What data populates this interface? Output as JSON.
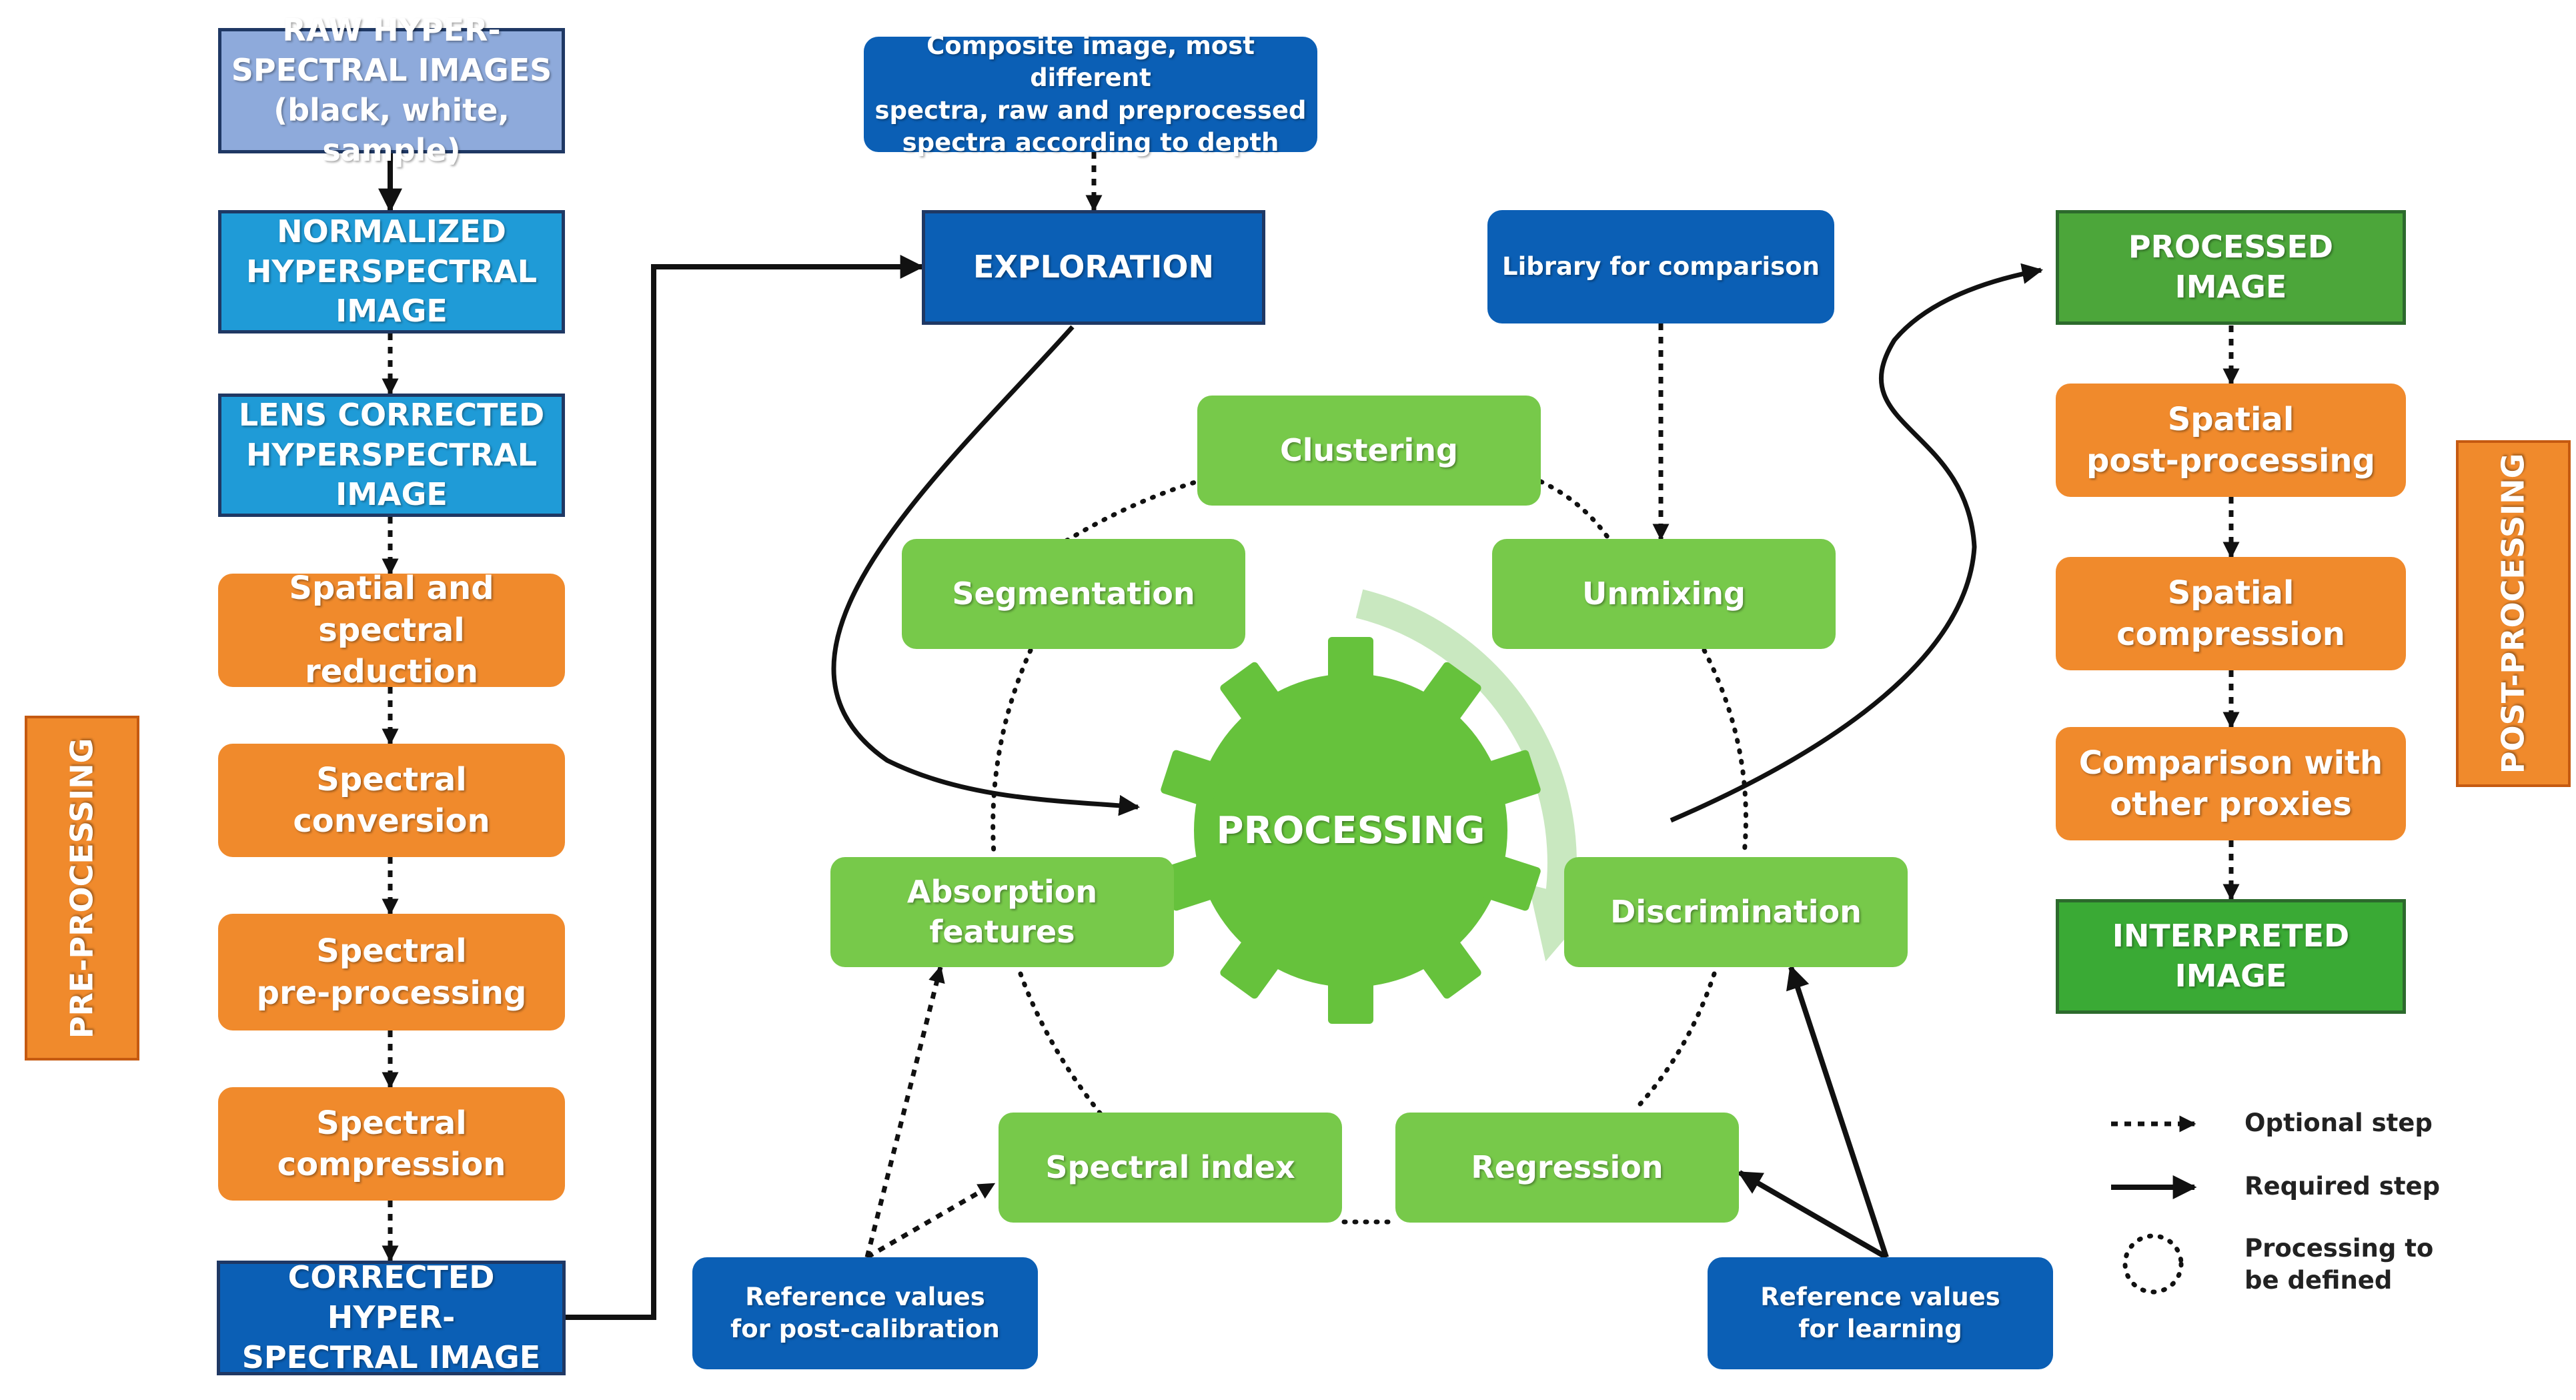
{
  "colors": {
    "light_blue": "#8eaadb",
    "mid_blue": "#1f9bd7",
    "dark_blue": "#0b5fb5",
    "orange": "#f08a2c",
    "green": "#77c94a",
    "dark_green": "#3aaa35",
    "processed_green": "#4ca63a",
    "gear_green": "#66c23c",
    "cycle_arrow": "#c9e8c0",
    "line": "#111111"
  },
  "pre_processing": {
    "side_label": "PRE-PROCESSING",
    "raw": "RAW HYPER-\nSPECTRAL IMAGES\n(black, white, sample)",
    "normalized": "NORMALIZED\nHYPERSPECTRAL\nIMAGE",
    "lens_corrected": "LENS CORRECTED\nHYPERSPECTRAL\nIMAGE",
    "spatial_spectral_reduction": "Spatial and spectral\nreduction",
    "spectral_conversion": "Spectral\nconversion",
    "spectral_preprocessing": "Spectral\npre-processing",
    "spectral_compression": "Spectral\ncompression",
    "corrected": "CORRECTED HYPER-\nSPECTRAL IMAGE"
  },
  "processing": {
    "composite_note": "Composite image, most different\nspectra, raw and preprocessed\nspectra according to depth",
    "exploration": "EXPLORATION",
    "library": "Library for comparison",
    "center": "PROCESSING",
    "clustering": "Clustering",
    "segmentation": "Segmentation",
    "unmixing": "Unmixing",
    "absorption_features": "Absorption features",
    "discrimination": "Discrimination",
    "spectral_index": "Spectral index",
    "regression": "Regression",
    "ref_post_calibration": "Reference values\nfor post-calibration",
    "ref_learning": "Reference values\nfor learning"
  },
  "post_processing": {
    "side_label": "POST-PROCESSING",
    "processed": "PROCESSED\nIMAGE",
    "spatial_postprocessing": "Spatial\npost-processing",
    "spatial_compression": "Spatial\ncompression",
    "comparison": "Comparison with\nother proxies",
    "interpreted": "INTERPRETED\nIMAGE"
  },
  "legend": {
    "optional": "Optional step",
    "required": "Required step",
    "to_define": "Processing to\nbe defined"
  }
}
